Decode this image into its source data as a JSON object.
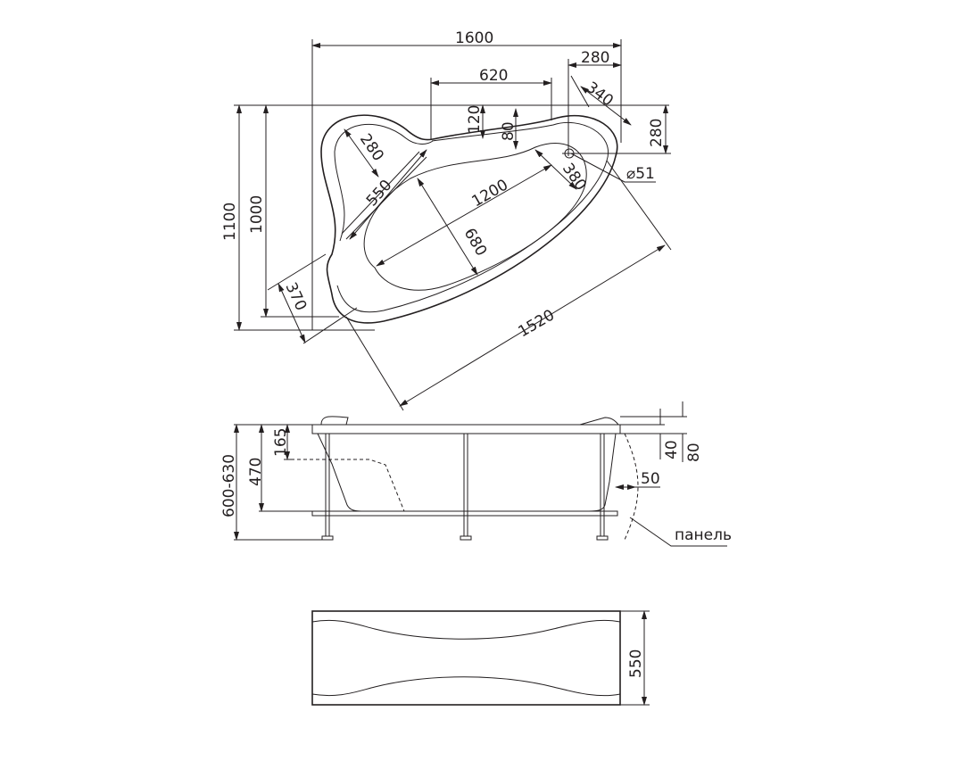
{
  "top_view": {
    "dims": {
      "overall_length": "1600",
      "drain_offset_x": "280",
      "headrest_width": "620",
      "corner_diag": "340",
      "drain_offset_y": "280",
      "drain_diameter": "⌀51",
      "rim_depth_1": "120",
      "rim_depth_2": "80",
      "seat_width": "280",
      "seat_length": "550",
      "basin_length": "1200",
      "basin_width": "680",
      "drain_radius": "380",
      "overall_width": "1100",
      "inner_width": "1000",
      "corner_cut": "370",
      "diagonal_length": "1520"
    }
  },
  "side_view": {
    "dims": {
      "total_height": "600-630",
      "tub_height": "470",
      "seat_depth": "165",
      "rim_thickness": "40",
      "rim_height": "80",
      "panel_offset": "50"
    },
    "panel_label": "панель"
  },
  "panel_view": {
    "dims": {
      "panel_height": "550"
    }
  }
}
